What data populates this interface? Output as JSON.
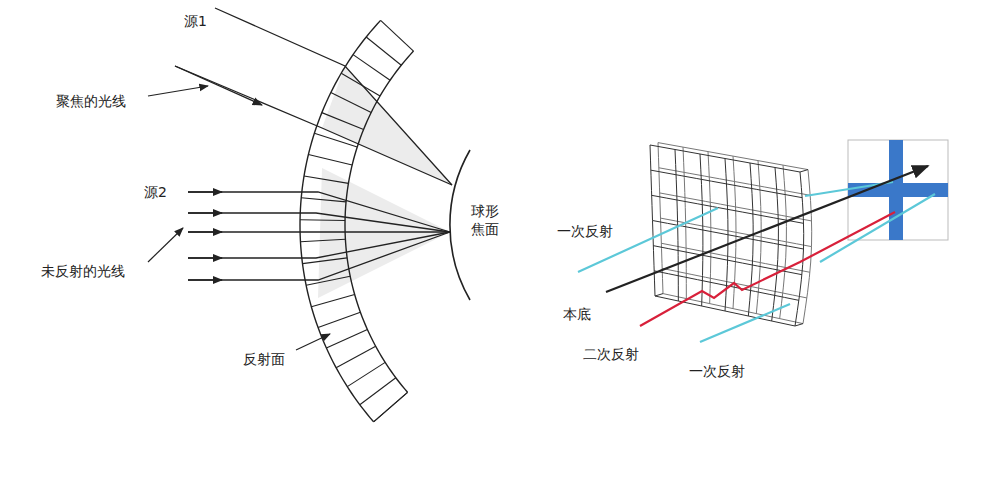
{
  "diagram": {
    "labels": [
      "源1",
      "聚焦的光线",
      "源2",
      "未反射的光线",
      "球形 焦面",
      "反射面",
      "一次反射",
      "本底",
      "二次反射",
      "一次反射"
    ]
  }
}
